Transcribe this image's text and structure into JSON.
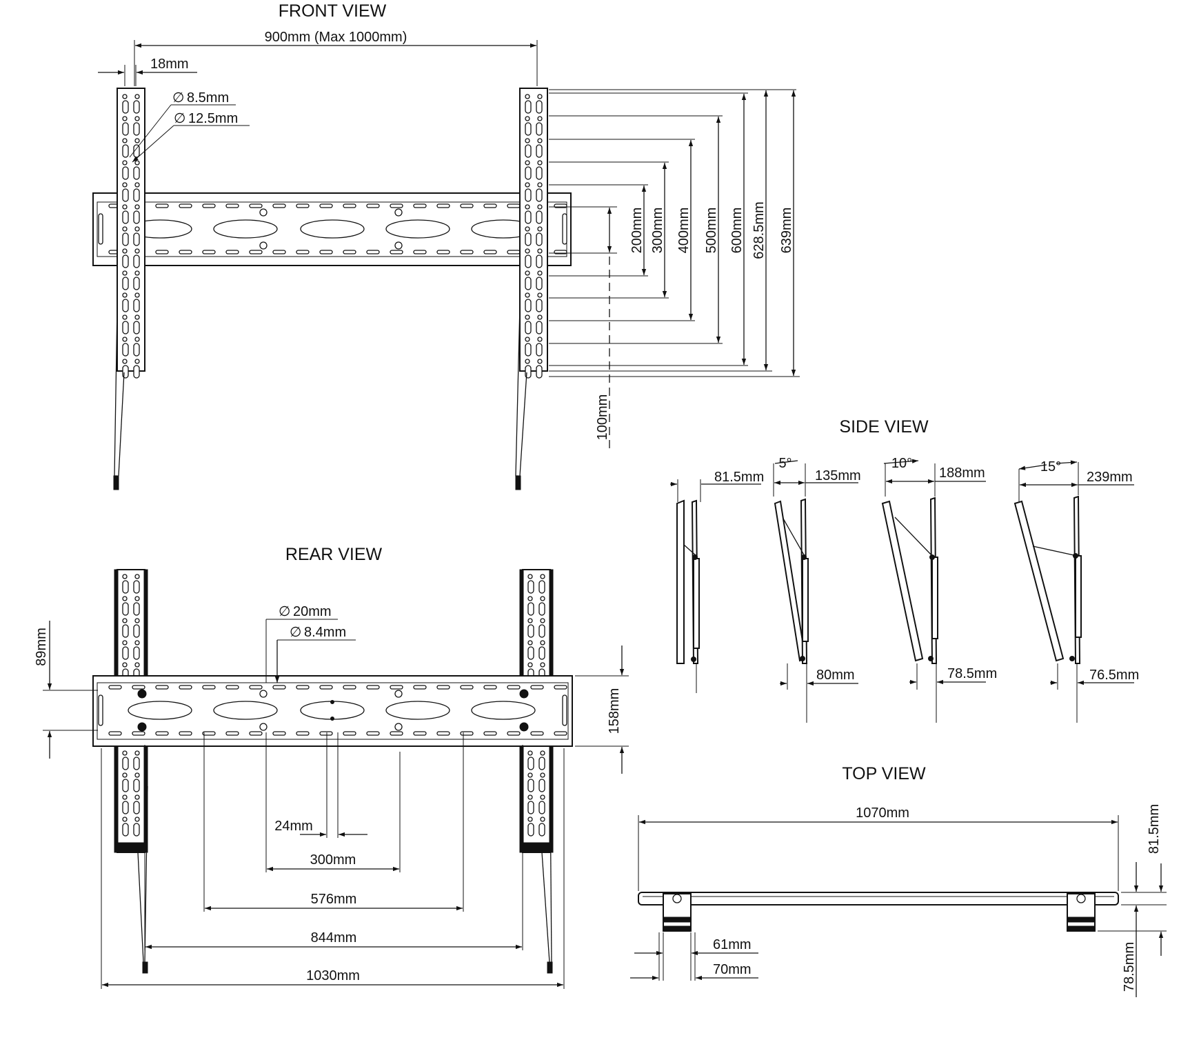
{
  "views": {
    "front": {
      "title": "FRONT VIEW",
      "width": "900mm (Max 1000mm)",
      "rail": "18mm",
      "hole_small": "8.5mm",
      "hole_large": "12.5mm",
      "spacing": "100mm",
      "heights": [
        "200mm",
        "300mm",
        "400mm",
        "500mm",
        "600mm",
        "628.5mm",
        "639mm"
      ]
    },
    "rear": {
      "title": "REAR VIEW",
      "hole_large": "20mm",
      "hole_small": "8.4mm",
      "offset": "89mm",
      "height": "158mm",
      "d24": "24mm",
      "d300": "300mm",
      "d576": "576mm",
      "d844": "844mm",
      "d1030": "1030mm"
    },
    "side": {
      "title": "SIDE VIEW",
      "tilts": [
        {
          "angle": "",
          "depth": "81.5mm",
          "base": ""
        },
        {
          "angle": "5°",
          "depth": "135mm",
          "base": "80mm"
        },
        {
          "angle": "10°",
          "depth": "188mm",
          "base": "78.5mm"
        },
        {
          "angle": "15°",
          "depth": "239mm",
          "base": "76.5mm"
        }
      ]
    },
    "top": {
      "title": "TOP VIEW",
      "width": "1070mm",
      "depth_front": "81.5mm",
      "depth_back": "78.5mm",
      "d61": "61mm",
      "d70": "70mm"
    }
  },
  "symbols": {
    "diameter": "∅"
  }
}
